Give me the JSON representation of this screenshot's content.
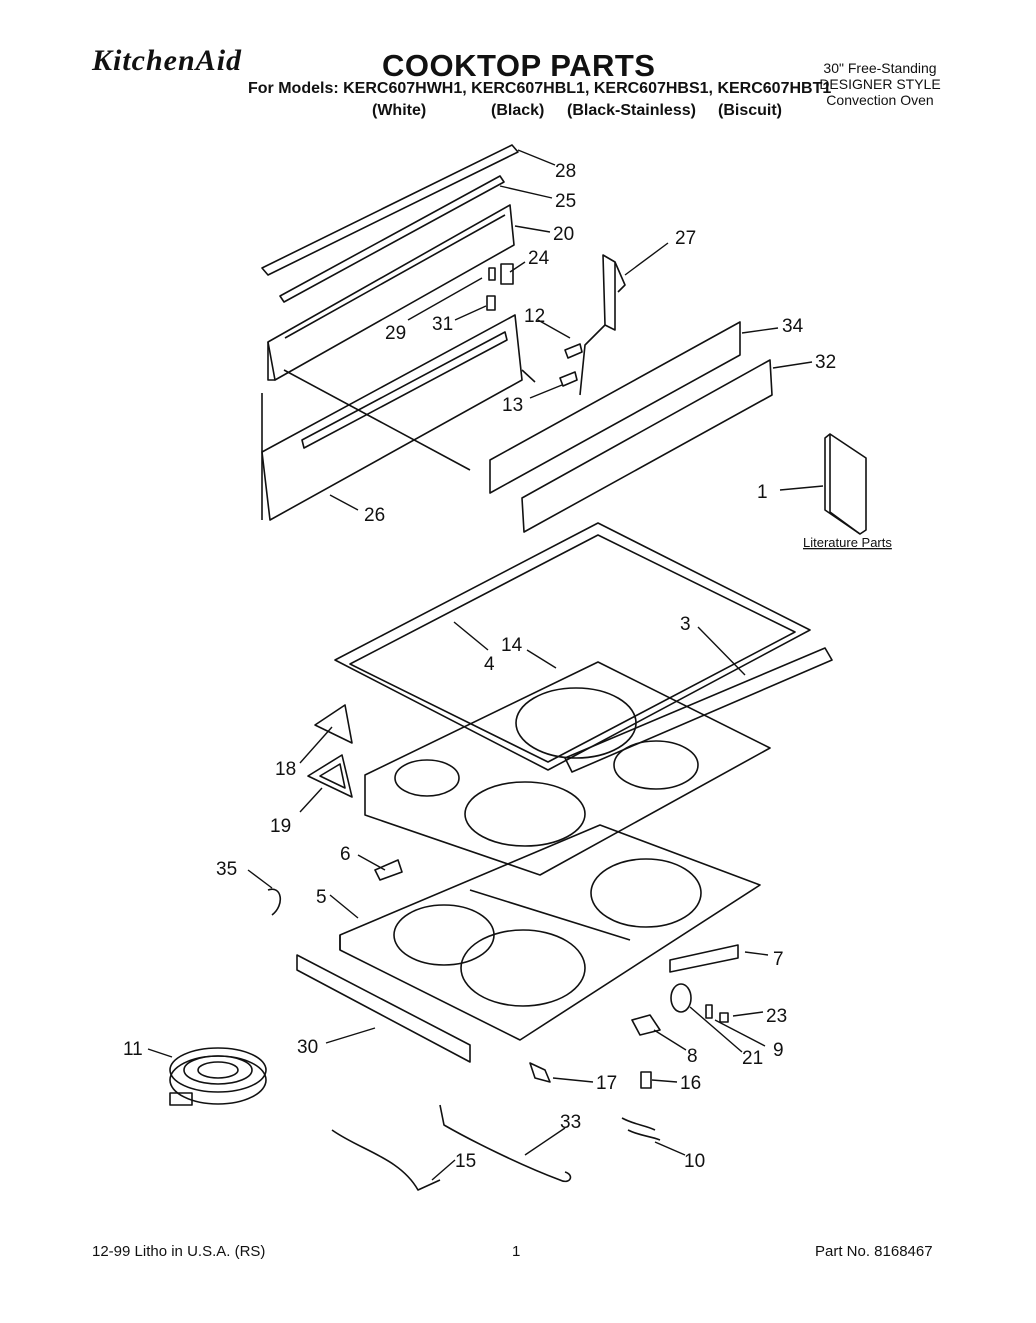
{
  "header": {
    "brand": "KitchenAid",
    "title": "COOKTOP PARTS",
    "models_line": "For Models: KERC607HWH1, KERC607HBL1, KERC607HBS1, KERC607HBT1",
    "colors": [
      "(White)",
      "(Black)",
      "(Black-Stainless)",
      "(Biscuit)"
    ],
    "product_note": [
      "30\" Free-Standing",
      "DESIGNER STYLE",
      "Convection Oven"
    ]
  },
  "callouts": [
    "28",
    "25",
    "20",
    "27",
    "24",
    "12",
    "29",
    "31",
    "34",
    "32",
    "13",
    "26",
    "1",
    "3",
    "14",
    "4",
    "18",
    "19",
    "6",
    "35",
    "5",
    "7",
    "23",
    "9",
    "21",
    "8",
    "11",
    "30",
    "17",
    "16",
    "33",
    "15",
    "10"
  ],
  "literature_label": "Literature Parts",
  "footer": {
    "litho": "12-99 Litho in U.S.A. (RS)",
    "page": "1",
    "part_no": "Part No. 8168467"
  }
}
